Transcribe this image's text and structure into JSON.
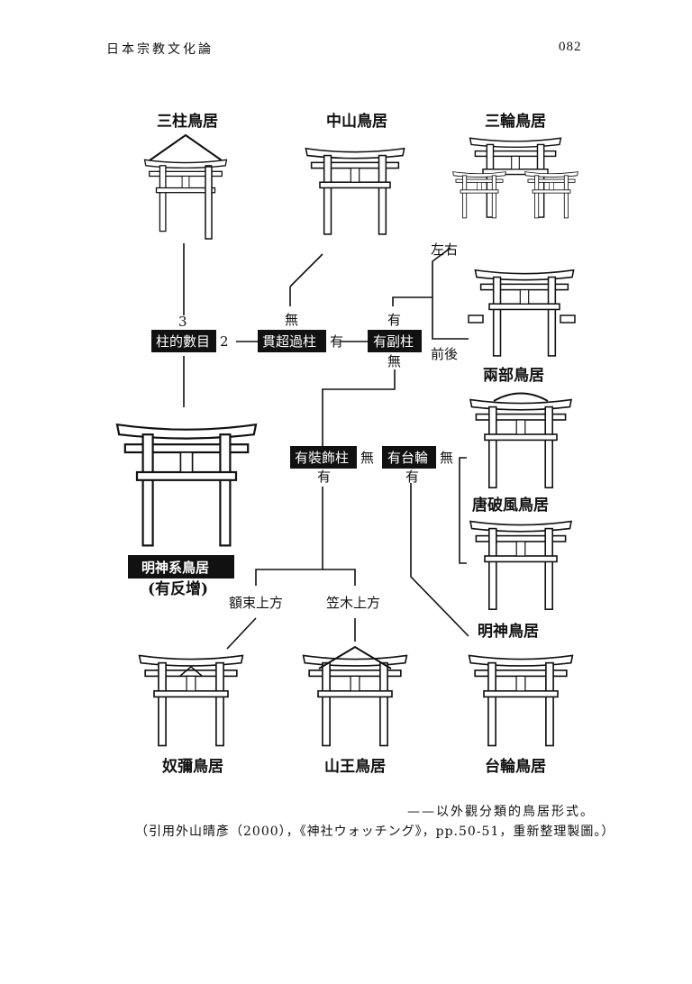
{
  "header": {
    "title": "日本宗教文化論",
    "page_number": "082"
  },
  "torii": {
    "mihashira": "三柱鳥居",
    "nakayama": "中山鳥居",
    "miwa": "三輪鳥居",
    "ryobu": "兩部鳥居",
    "myojin_kei": "明神系鳥居",
    "myojin_kei_note": "(有反增)",
    "karahafu": "唐破風鳥居",
    "myojin": "明神鳥居",
    "nunobiki": "奴彌鳥居",
    "sanno": "山王鳥居",
    "daiwa": "台輪鳥居"
  },
  "decision_boxes": {
    "pillar_count": "柱的數目",
    "nuki_over_pillar": "貫超過柱",
    "sub_pillar": "有副柱",
    "decorative_pillar": "有裝飾柱",
    "daiwa": "有台輪"
  },
  "branch_labels": {
    "three": "3",
    "two": "2",
    "none": "無",
    "has": "有",
    "left_right": "左右",
    "front_back": "前後",
    "gakuzuka_above": "額束上方",
    "kasagi_above": "笠木上方"
  },
  "caption": {
    "line1": "——以外觀分類的鳥居形式。",
    "line2": "（引用外山晴彥（2000），《神社ウォッチング》，pp.50-51，重新整理製圖。）"
  }
}
